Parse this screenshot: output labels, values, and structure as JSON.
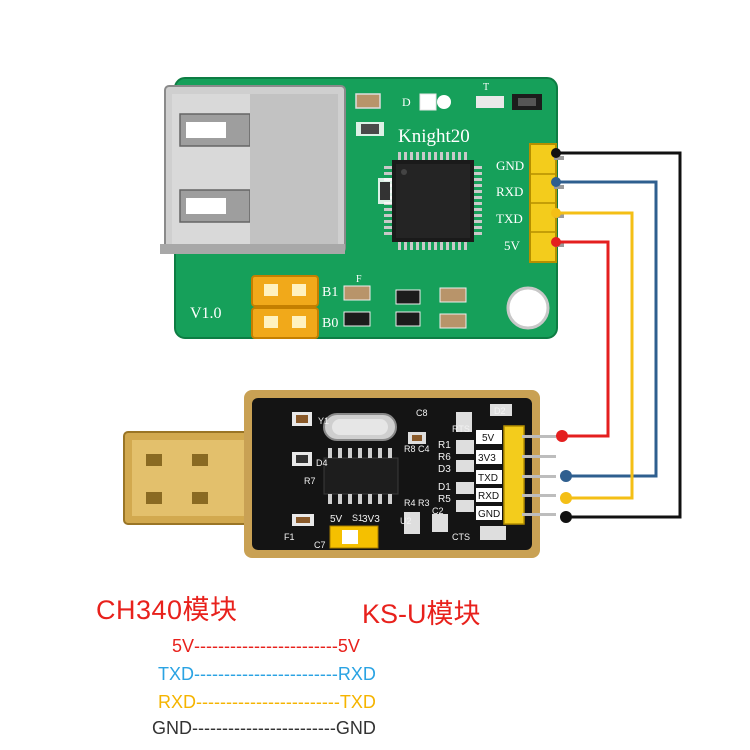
{
  "ks_board": {
    "name": "Knight20",
    "version": "V1.0",
    "pins": [
      "GND",
      "RXD",
      "TXD",
      "5V"
    ],
    "jumpers": [
      "B1",
      "B0"
    ],
    "marks": [
      "D",
      "T",
      "F"
    ]
  },
  "ch340_board": {
    "pins": [
      "5V",
      "3V3",
      "TXD",
      "RXD",
      "GND"
    ],
    "components": [
      "R1",
      "R6",
      "D3",
      "D1",
      "R5",
      "R8",
      "C4",
      "R4",
      "R3",
      "D2",
      "C8",
      "Y1",
      "U2",
      "C2",
      "R7",
      "D4",
      "C7",
      "S1",
      "F1",
      "RTS",
      "CTS"
    ],
    "switch_labels": [
      "5V",
      "3V3"
    ]
  },
  "labels": {
    "left_module": "CH340模块",
    "right_module": "KS-U模块"
  },
  "mapping": [
    {
      "left": "5V",
      "dashes": "------------------------",
      "right": "5V",
      "color": "#e8211c"
    },
    {
      "left": "TXD",
      "dashes": "------------------------",
      "right": "RXD",
      "color": "#2aa3e3"
    },
    {
      "left": "RXD",
      "dashes": "------------------------",
      "right": "TXD",
      "color": "#f5b400"
    },
    {
      "left": "GND",
      "dashes": "------------------------",
      "right": "GND",
      "color": "#333333"
    }
  ],
  "wire_colors": {
    "gnd": "#111111",
    "rxd": "#2f5f8f",
    "txd": "#f4bf16",
    "vcc": "#e41f1f"
  }
}
